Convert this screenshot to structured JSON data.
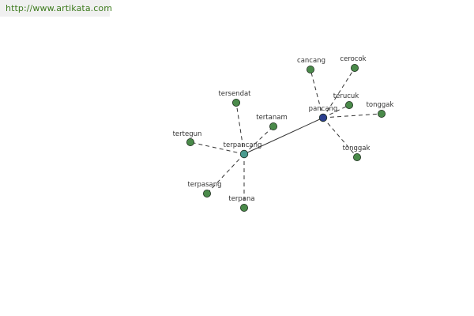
{
  "header": {
    "site_url": "http://www.artikata.com"
  },
  "graph": {
    "nodes": [
      {
        "id": "pancang",
        "label": "pancang",
        "kind": "root"
      },
      {
        "id": "terpancang",
        "label": "terpancang",
        "kind": "secondary"
      },
      {
        "id": "cancang",
        "label": "cancang",
        "kind": "leaf"
      },
      {
        "id": "cerocok",
        "label": "cerocok",
        "kind": "leaf"
      },
      {
        "id": "terucuk",
        "label": "terucuk",
        "kind": "leaf"
      },
      {
        "id": "tonggak1",
        "label": "tonggak",
        "kind": "leaf"
      },
      {
        "id": "tonggak2",
        "label": "tonggak",
        "kind": "leaf"
      },
      {
        "id": "tersendat",
        "label": "tersendat",
        "kind": "leaf"
      },
      {
        "id": "tertanam",
        "label": "tertanam",
        "kind": "leaf"
      },
      {
        "id": "tertegun",
        "label": "tertegun",
        "kind": "leaf"
      },
      {
        "id": "terpasang",
        "label": "terpasang",
        "kind": "leaf"
      },
      {
        "id": "terpana",
        "label": "terpana",
        "kind": "leaf"
      }
    ],
    "edges": [
      {
        "from": "pancang",
        "to": "terpancang",
        "style": "solid"
      },
      {
        "from": "pancang",
        "to": "cancang",
        "style": "dashed"
      },
      {
        "from": "pancang",
        "to": "cerocok",
        "style": "dashed"
      },
      {
        "from": "pancang",
        "to": "terucuk",
        "style": "dashed"
      },
      {
        "from": "pancang",
        "to": "tonggak1",
        "style": "dashed"
      },
      {
        "from": "pancang",
        "to": "tonggak2",
        "style": "dashed"
      },
      {
        "from": "terpancang",
        "to": "tersendat",
        "style": "dashed"
      },
      {
        "from": "terpancang",
        "to": "tertanam",
        "style": "dashed"
      },
      {
        "from": "terpancang",
        "to": "tertegun",
        "style": "dashed"
      },
      {
        "from": "terpancang",
        "to": "terpasang",
        "style": "dashed"
      },
      {
        "from": "terpancang",
        "to": "terpana",
        "style": "dashed"
      }
    ],
    "colors": {
      "root": "#2b3f8f",
      "secondary": "#4a9a8e",
      "leaf": "#4a8a4a",
      "edge": "#333333"
    }
  }
}
